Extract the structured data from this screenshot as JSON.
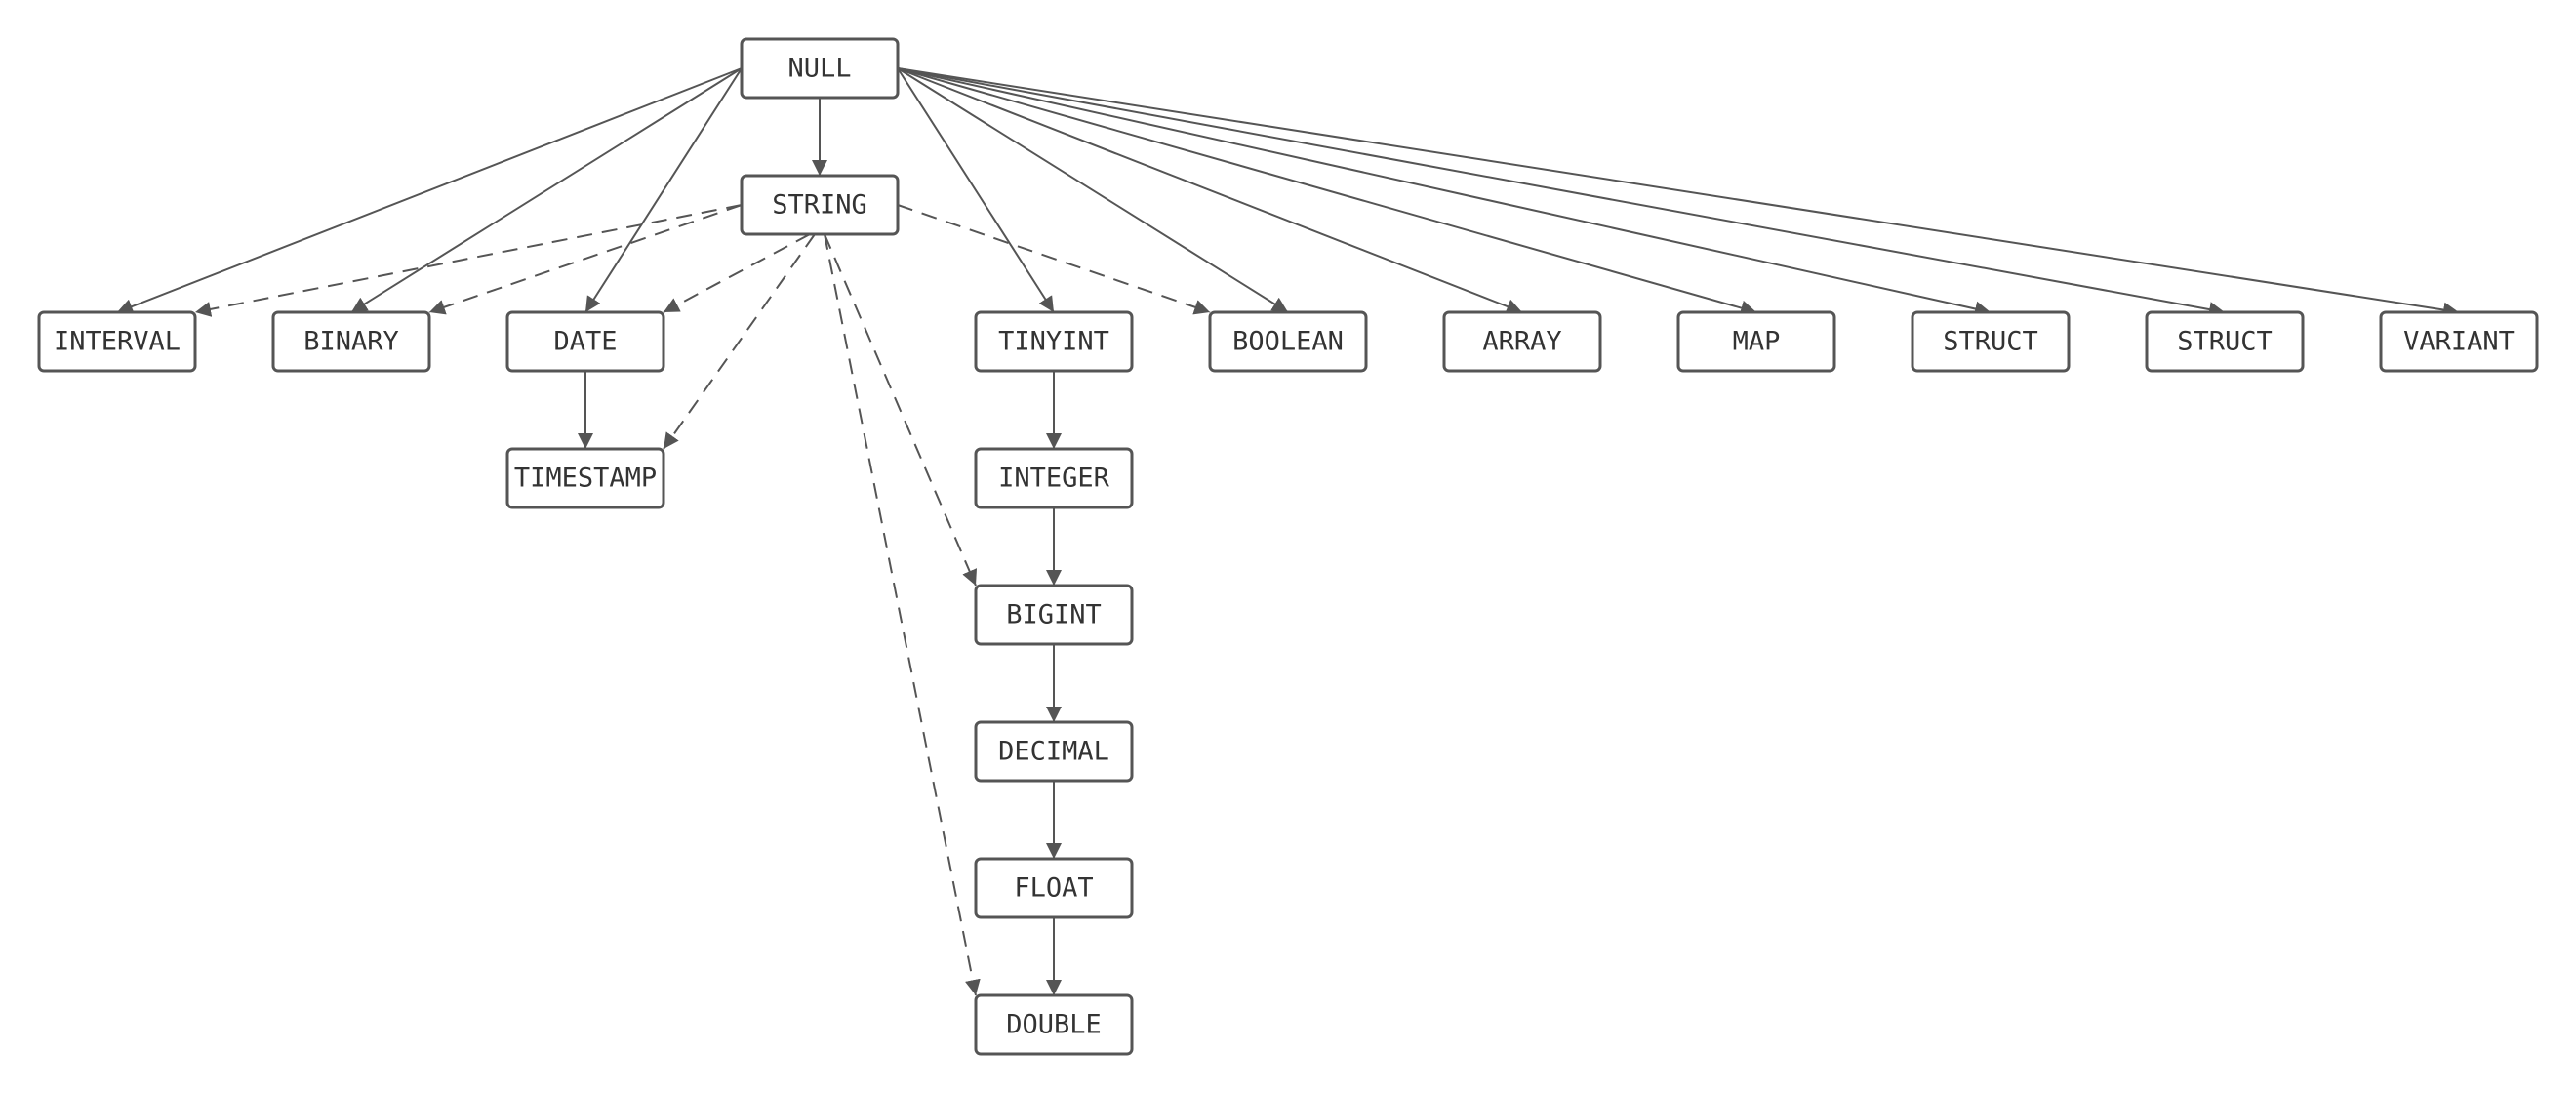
{
  "diagram": {
    "nodes": [
      {
        "id": "null",
        "label": "NULL"
      },
      {
        "id": "string",
        "label": "STRING"
      },
      {
        "id": "interval",
        "label": "INTERVAL"
      },
      {
        "id": "binary",
        "label": "BINARY"
      },
      {
        "id": "date",
        "label": "DATE"
      },
      {
        "id": "timestamp",
        "label": "TIMESTAMP"
      },
      {
        "id": "tinyint",
        "label": "TINYINT"
      },
      {
        "id": "integer",
        "label": "INTEGER"
      },
      {
        "id": "bigint",
        "label": "BIGINT"
      },
      {
        "id": "decimal",
        "label": "DECIMAL"
      },
      {
        "id": "float",
        "label": "FLOAT"
      },
      {
        "id": "double",
        "label": "DOUBLE"
      },
      {
        "id": "boolean",
        "label": "BOOLEAN"
      },
      {
        "id": "array",
        "label": "ARRAY"
      },
      {
        "id": "map",
        "label": "MAP"
      },
      {
        "id": "struct1",
        "label": "STRUCT"
      },
      {
        "id": "struct2",
        "label": "STRUCT"
      },
      {
        "id": "variant",
        "label": "VARIANT"
      }
    ],
    "edges": [
      {
        "from": "null",
        "to": "interval",
        "style": "solid"
      },
      {
        "from": "null",
        "to": "binary",
        "style": "solid"
      },
      {
        "from": "null",
        "to": "date",
        "style": "solid"
      },
      {
        "from": "null",
        "to": "string",
        "style": "solid"
      },
      {
        "from": "null",
        "to": "tinyint",
        "style": "solid"
      },
      {
        "from": "null",
        "to": "boolean",
        "style": "solid"
      },
      {
        "from": "null",
        "to": "array",
        "style": "solid"
      },
      {
        "from": "null",
        "to": "map",
        "style": "solid"
      },
      {
        "from": "null",
        "to": "struct1",
        "style": "solid"
      },
      {
        "from": "null",
        "to": "struct2",
        "style": "solid"
      },
      {
        "from": "null",
        "to": "variant",
        "style": "solid"
      },
      {
        "from": "date",
        "to": "timestamp",
        "style": "solid"
      },
      {
        "from": "tinyint",
        "to": "integer",
        "style": "solid"
      },
      {
        "from": "integer",
        "to": "bigint",
        "style": "solid"
      },
      {
        "from": "bigint",
        "to": "decimal",
        "style": "solid"
      },
      {
        "from": "decimal",
        "to": "float",
        "style": "solid"
      },
      {
        "from": "float",
        "to": "double",
        "style": "solid"
      },
      {
        "from": "string",
        "to": "interval",
        "style": "dashed"
      },
      {
        "from": "string",
        "to": "binary",
        "style": "dashed"
      },
      {
        "from": "string",
        "to": "date",
        "style": "dashed"
      },
      {
        "from": "string",
        "to": "timestamp",
        "style": "dashed"
      },
      {
        "from": "string",
        "to": "bigint",
        "style": "dashed"
      },
      {
        "from": "string",
        "to": "double",
        "style": "dashed"
      },
      {
        "from": "string",
        "to": "boolean",
        "style": "dashed"
      }
    ]
  }
}
